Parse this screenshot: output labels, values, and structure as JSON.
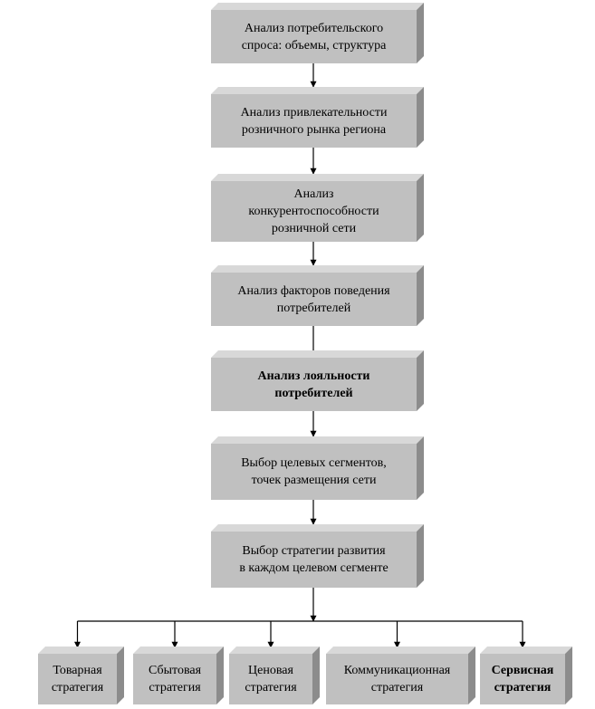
{
  "colors": {
    "front": "#c0c0c0",
    "top": "#d8d8d8",
    "side": "#8c8c8c",
    "line": "#000000"
  },
  "main_steps": [
    {
      "id": "demand",
      "text": "Анализ потребительского\nспроса: объемы, структура",
      "bold": false
    },
    {
      "id": "attractiveness",
      "text": "Анализ привлекательности\nрозничного рынка региона",
      "bold": false
    },
    {
      "id": "competitiveness",
      "text": "Анализ\nконкурентоспособности\nрозничной сети",
      "bold": false
    },
    {
      "id": "behavior",
      "text": "Анализ факторов поведения\nпотребителей",
      "bold": false
    },
    {
      "id": "loyalty",
      "text": "Анализ лояльности\nпотребителей",
      "bold": true
    },
    {
      "id": "segments",
      "text": "Выбор целевых сегментов,\nточек размещения сети",
      "bold": false
    },
    {
      "id": "strategy",
      "text": "Выбор стратегии развития\nв каждом целевом сегменте",
      "bold": false
    }
  ],
  "strategies": [
    {
      "id": "product",
      "text": "Товарная\nстратегия",
      "bold": false
    },
    {
      "id": "sales",
      "text": "Сбытовая\nстратегия",
      "bold": false
    },
    {
      "id": "price",
      "text": "Ценовая\nстратегия",
      "bold": false
    },
    {
      "id": "communication",
      "text": "Коммуникационная\nстратегия",
      "bold": false
    },
    {
      "id": "service",
      "text": "Сервисная\nстратегия",
      "bold": true
    }
  ]
}
